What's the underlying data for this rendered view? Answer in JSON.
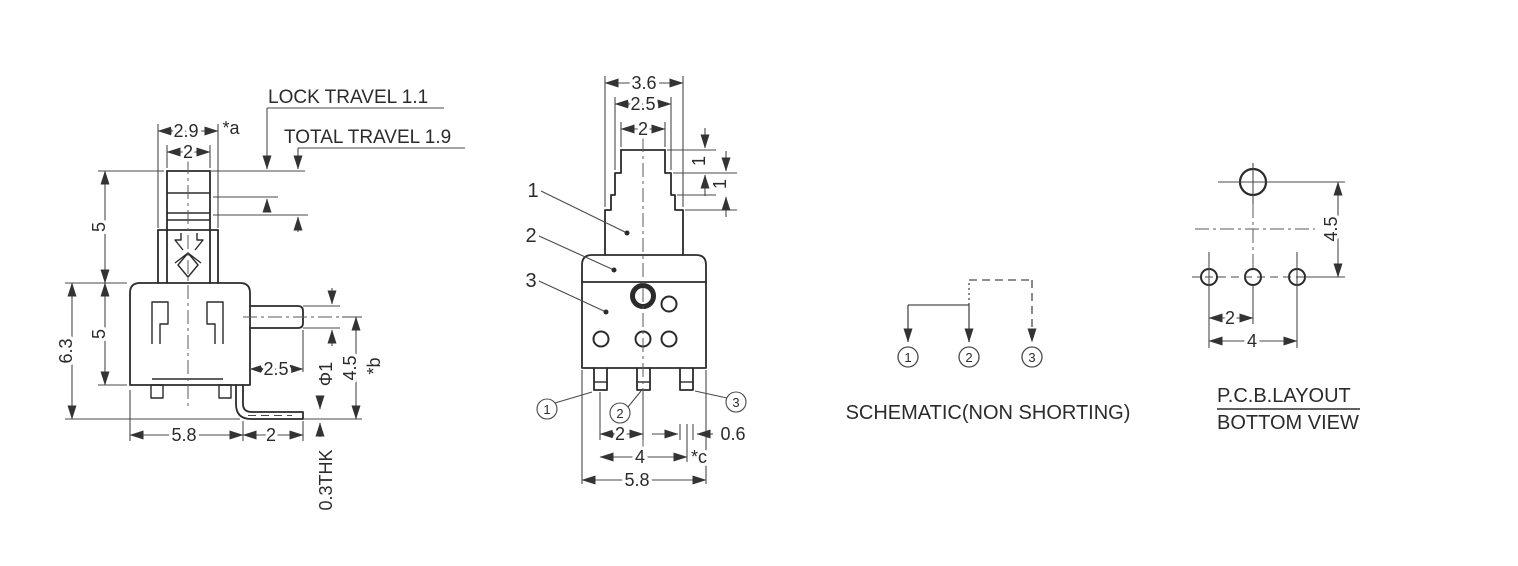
{
  "colors": {
    "outline": "#2b2b2b",
    "dimension_line": "#4a4a4a",
    "text": "#2b2b2b",
    "background": "#ffffff"
  },
  "side_view": {
    "annotations": {
      "lock_travel": "LOCK TRAVEL 1.1",
      "total_travel": "TOTAL TRAVEL 1.9"
    },
    "dims": {
      "cap_outer_width": "2.9",
      "note_a": "*a",
      "stem_width": "2",
      "stem_height": "5",
      "body_height": "5",
      "overall_height": "6.3",
      "side_pin_length": "2.5",
      "side_pin_diameter": "Φ1",
      "pin_center_height": "4.5",
      "note_b": "*b",
      "body_width": "5.8",
      "foot_extension": "2",
      "terminal_thickness": "0.3THK"
    }
  },
  "front_view": {
    "part_labels": [
      "1",
      "2",
      "3"
    ],
    "terminal_labels": [
      "1",
      "2",
      "3"
    ],
    "dims": {
      "bushing_width": "3.6",
      "collar_width": "2.5",
      "stem_width": "2",
      "upper_step_height": "1",
      "lower_step_height": "1",
      "terminal_pitch": "2",
      "terminal_width": "0.6",
      "terminal_span": "4",
      "note_c": "*c",
      "body_width": "5.8"
    }
  },
  "schematic": {
    "terminal_labels": [
      "1",
      "2",
      "3"
    ],
    "caption": "SCHEMATIC(NON SHORTING)"
  },
  "pcb_layout": {
    "dims": {
      "vertical_offset": "4.5",
      "hole_pitch": "2",
      "hole_span": "4"
    },
    "caption_line1": "P.C.B.LAYOUT",
    "caption_line2": "BOTTOM VIEW"
  }
}
